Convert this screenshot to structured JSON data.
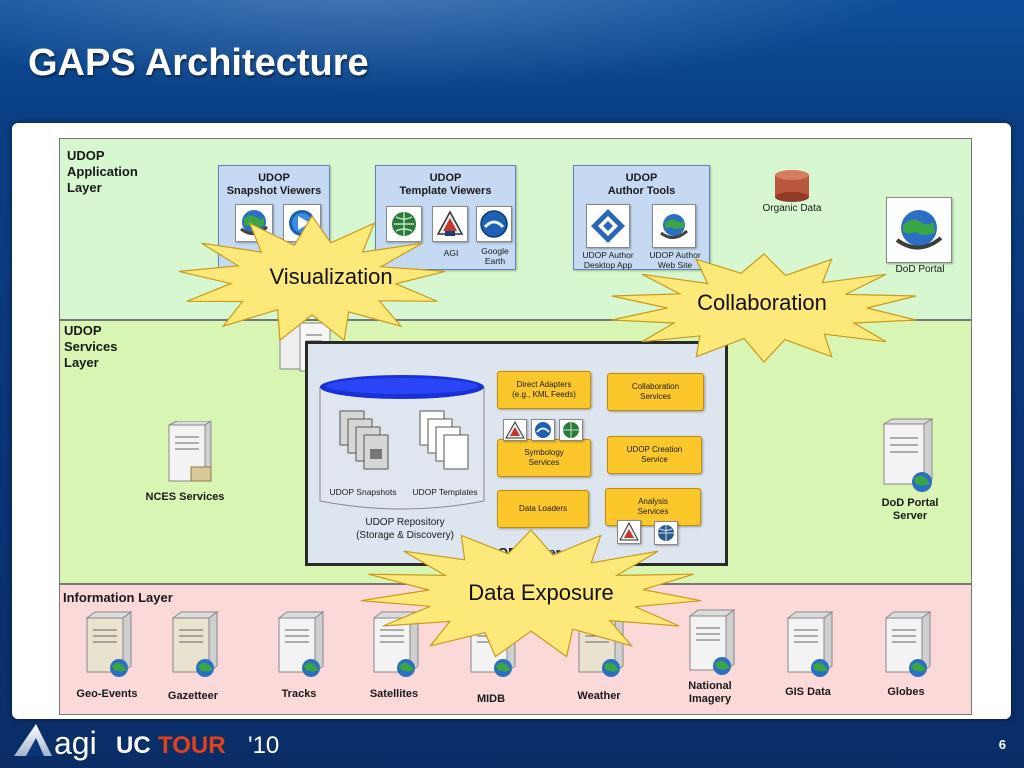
{
  "slide": {
    "title": "GAPS Architecture",
    "page_number": "6"
  },
  "footer": {
    "logo_agi": "agi",
    "logo_uc": "UC",
    "logo_tour": "TOUR",
    "logo_year": "'10"
  },
  "app_layer": {
    "title": "UDOP\nApplication\nLayer",
    "snapshot_viewers": {
      "title": "UDOP\nSnapshot Viewers"
    },
    "template_viewers": {
      "title": "UDOP\nTemplate Viewers",
      "labels": [
        "AGI",
        "Google\nEarth"
      ]
    },
    "author_tools": {
      "title": "UDOP\nAuthor Tools",
      "labels": [
        "UDOP Author\nDesktop App",
        "UDOP Author\nWeb Site"
      ]
    },
    "organic_data": "Organic Data",
    "dod_portal": "DoD Portal"
  },
  "services_layer": {
    "title": "UDOP\nServices\nLayer",
    "nces_services": "NCES Services",
    "dod_portal_server": "DoD Portal\nServer",
    "server": {
      "title": "UDOP Server",
      "repository": "UDOP Repository\n(Storage & Discovery)",
      "snapshots": "UDOP Snapshots",
      "templates": "UDOP Templates",
      "services": [
        "Direct Adapters\n(e.g., KML Feeds)",
        "Collaboration\nServices",
        "Symbology\nServices",
        "UDOP Creation\nService",
        "Data Loaders",
        "Analysis\nServices"
      ]
    }
  },
  "info_layer": {
    "title": "Information Layer",
    "sources": [
      "Geo-Events",
      "Gazetteer",
      "Tracks",
      "Satellites",
      "MIDB",
      "Weather",
      "National\nImagery",
      "GIS Data",
      "Globes"
    ]
  },
  "callouts": [
    "Visualization",
    "Collaboration",
    "Data Exposure"
  ],
  "colors": {
    "background": "#0b3476",
    "app_layer": "#d6f7cf",
    "services_layer": "#d8f5b4",
    "info_layer": "#fcd9d9",
    "service_box": "#fbc72a",
    "starburst": "#fde97a"
  }
}
